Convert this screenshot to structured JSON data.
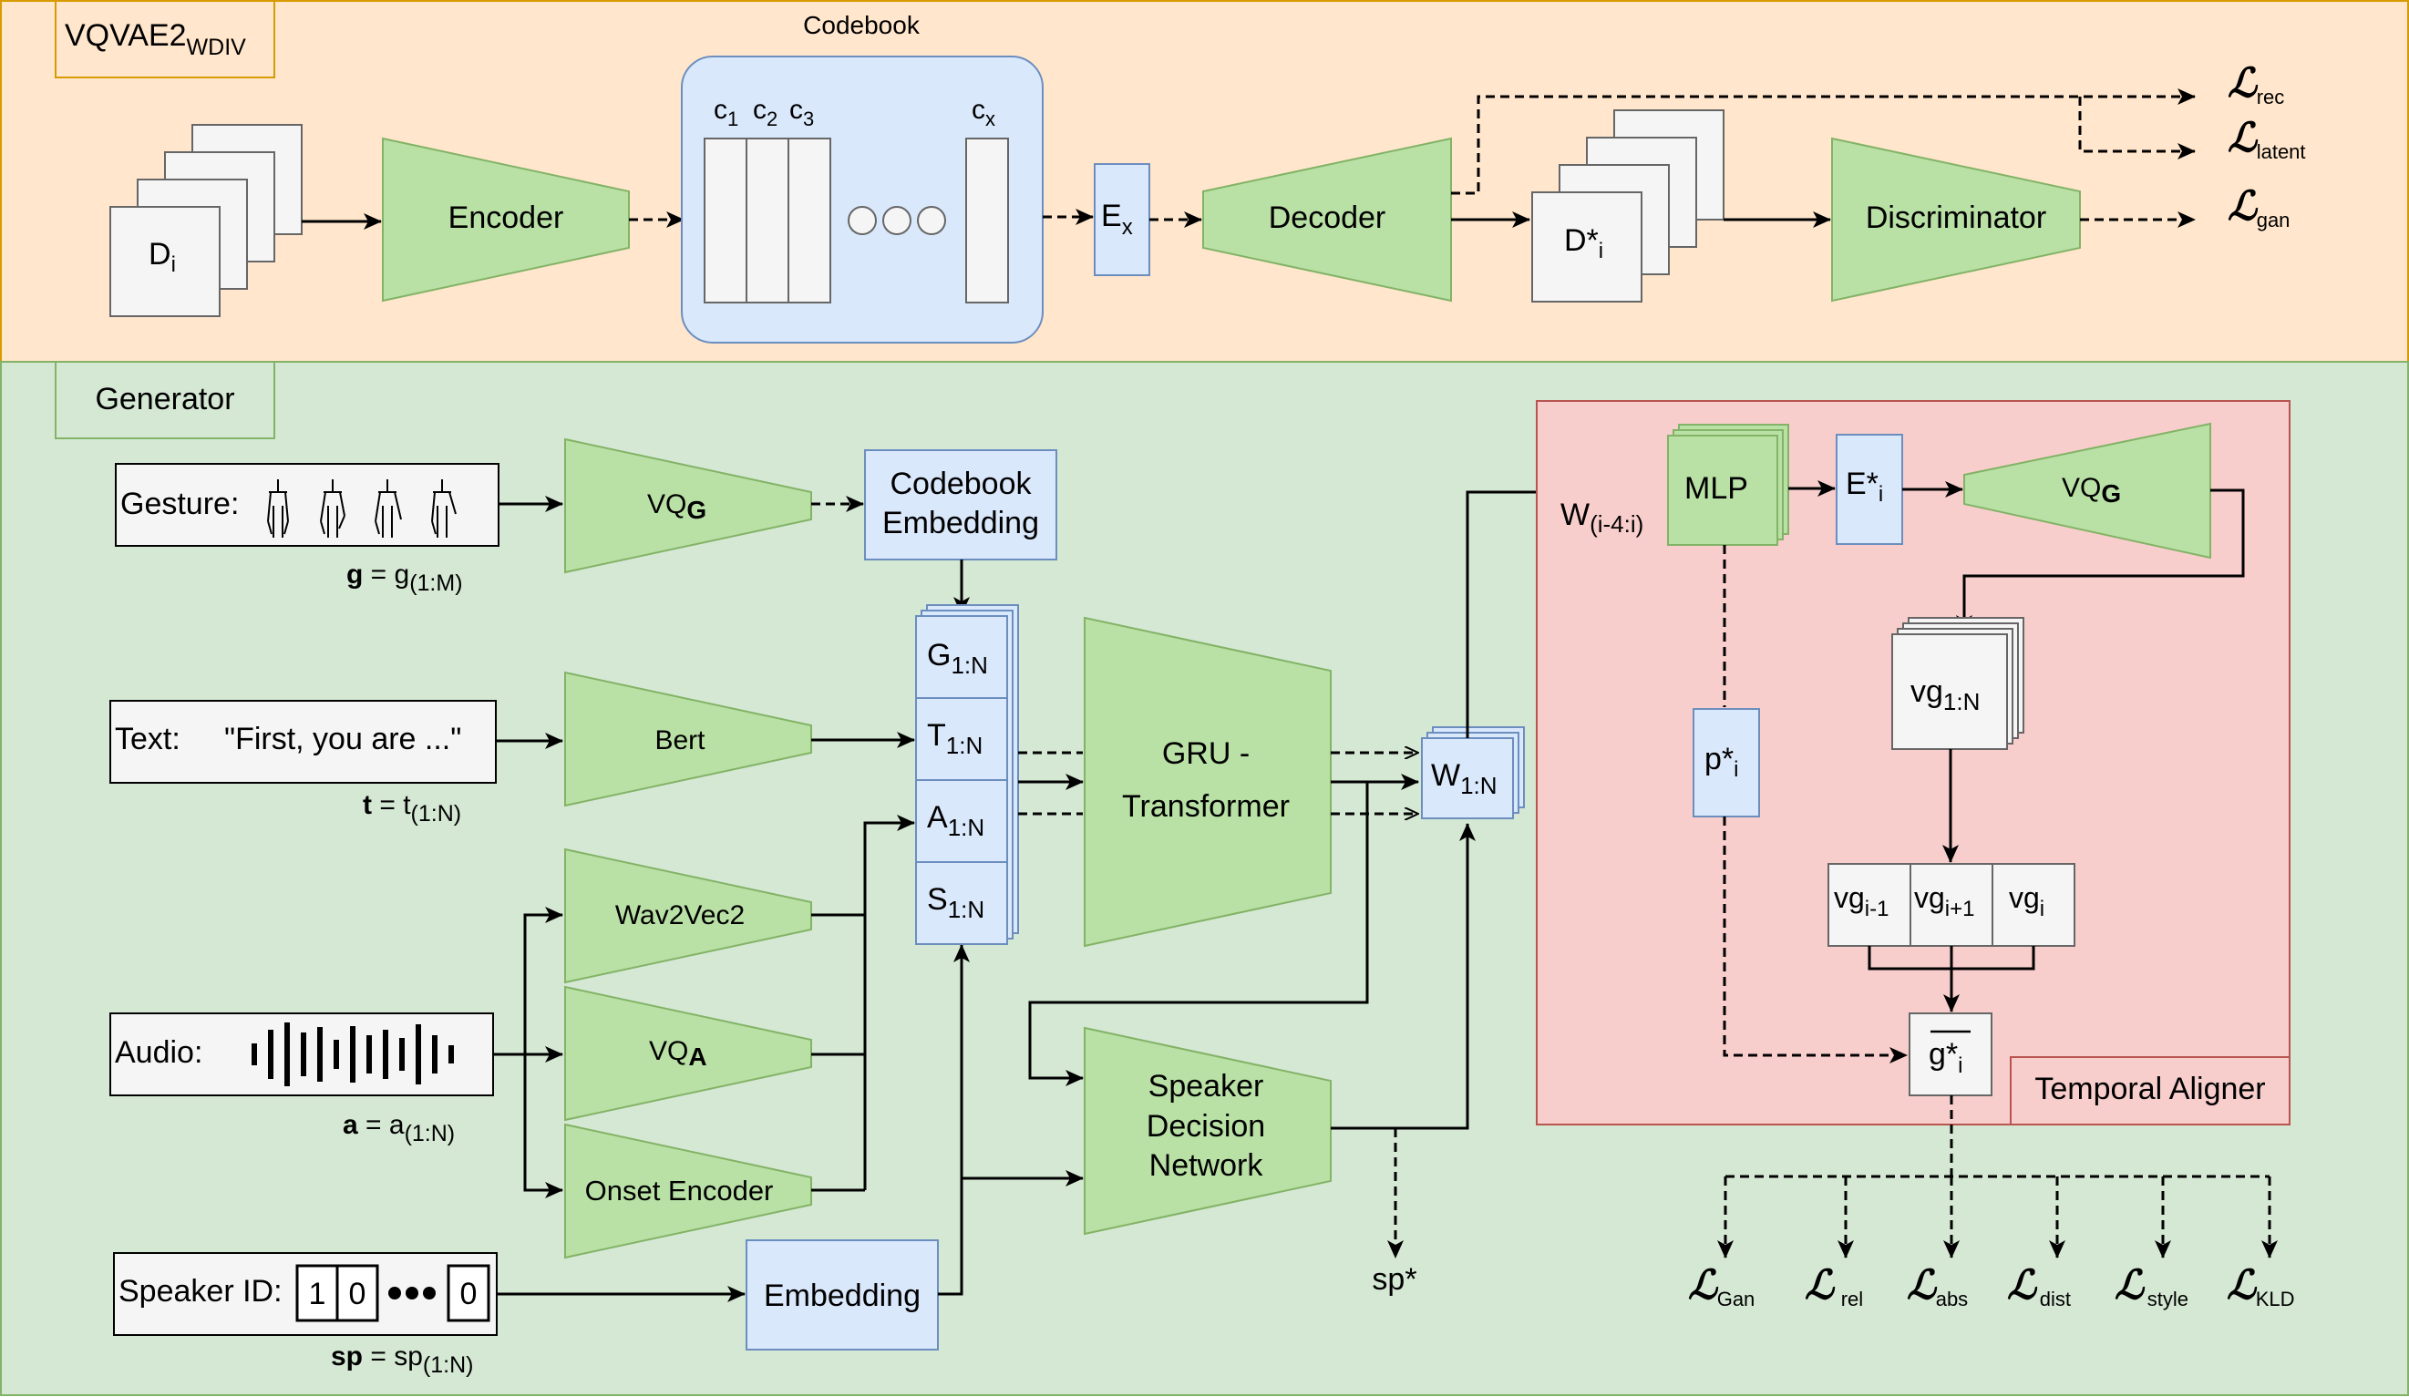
{
  "colors": {
    "top_bg": "#ffe6cc",
    "top_border": "#d79b00",
    "gen_bg": "#d5e8d4",
    "gen_border": "#82b366",
    "module_fill": "#b9e0a5",
    "module_stroke": "#82b366",
    "blue_fill": "#dae8fc",
    "blue_stroke": "#6c8ebf",
    "aligner_fill": "#f8cecc",
    "aligner_stroke": "#b85450",
    "frame_fill": "#f5f5f5",
    "frame_stroke": "#666666"
  },
  "top": {
    "title_main": "VQVAE2",
    "title_sub": "WDIV",
    "codebook_label": "Codebook",
    "d_main": "D",
    "d_sub": "i",
    "encoder": "Encoder",
    "c1_main": "c",
    "c1_sub": "1",
    "c2_main": "c",
    "c2_sub": "2",
    "c3_main": "c",
    "c3_sub": "3",
    "cx_main": "c",
    "cx_sub": "x",
    "ex_main": "E",
    "ex_sub": "x",
    "decoder": "Decoder",
    "dstar_main": "D*",
    "dstar_sub": "i",
    "discriminator": "Discriminator",
    "loss_symbol": "ℒ",
    "loss_rec": "rec",
    "loss_latent": "latent",
    "loss_gan": "gan"
  },
  "generator": {
    "title": "Generator",
    "gesture_label": "Gesture:",
    "g_eq_bold": "g",
    "g_eq_rest": " = g",
    "g_eq_sub": "(1:M)",
    "vqg_main": "VQ",
    "vqg_sub": "G",
    "codebook_embedding_1": "Codebook",
    "codebook_embedding_2": "Embedding",
    "text_label": "Text:",
    "text_value": "\"First, you are ...\"",
    "t_eq_bold": "t",
    "t_eq_rest": " = t",
    "t_eq_sub": "(1:N)",
    "bert": "Bert",
    "wav2vec": "Wav2Vec2",
    "vqa_main": "VQ",
    "vqa_sub": "A",
    "onset": "Onset Encoder",
    "audio_label": "Audio:",
    "a_eq_bold": "a",
    "a_eq_rest": " = a",
    "a_eq_sub": "(1:N)",
    "speaker_label": "Speaker ID:",
    "onehot": [
      "1",
      "0",
      "0"
    ],
    "sp_eq_bold": "sp",
    "sp_eq_rest": " = sp",
    "sp_eq_sub": "(1:N)",
    "embedding": "Embedding",
    "stack": [
      {
        "main": "G",
        "sub": "1:N"
      },
      {
        "main": "T",
        "sub": "1:N"
      },
      {
        "main": "A",
        "sub": "1:N"
      },
      {
        "main": "S",
        "sub": "1:N"
      }
    ],
    "gru_1": "GRU -",
    "gru_2": "Transformer",
    "w_main": "W",
    "w_sub": "1:N",
    "sdn_1": "Speaker",
    "sdn_2": "Decision",
    "sdn_3": "Network",
    "sp_star": "sp*"
  },
  "aligner": {
    "title": "Temporal Aligner",
    "w_window_main": "W",
    "w_window_sub": "(i-4:i)",
    "mlp": "MLP",
    "estar_main": "E*",
    "estar_sub": "i",
    "vqg_main": "VQ",
    "vqg_sub": "G",
    "p_main": "p*",
    "p_sub": "i",
    "vg_main": "vg",
    "vg_sub": "1:N",
    "vg_prev_main": "vg",
    "vg_prev_sub": "i-1",
    "vg_next_main": "vg",
    "vg_next_sub": "i+1",
    "vg_i_main": "vg",
    "vg_i_sub": "i",
    "gbar_main": "g*",
    "gbar_sub": "i",
    "loss_symbol": "ℒ",
    "losses": [
      "Gan",
      "rel",
      "abs",
      "dist",
      "style",
      "KLD"
    ]
  }
}
